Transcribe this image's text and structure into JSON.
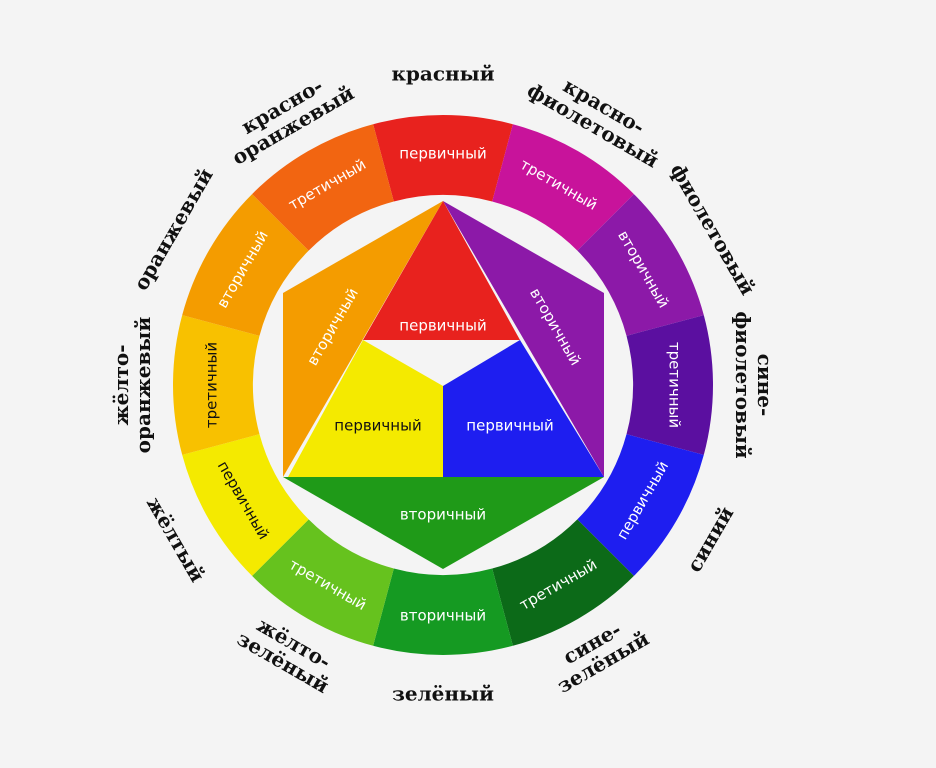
{
  "wheel": {
    "segments": [
      {
        "name": "красный",
        "type": "первичный",
        "color": "#e8221e"
      },
      {
        "name": "красно-фиолетовый",
        "type": "третичный",
        "color": "#c8139b"
      },
      {
        "name": "фиолетовый",
        "type": "вторичный",
        "color": "#8c19a8"
      },
      {
        "name": "сине-фиолетовый",
        "type": "третичный",
        "color": "#5b0fa0"
      },
      {
        "name": "синий",
        "type": "первичный",
        "color": "#1e1ef0"
      },
      {
        "name": "сине-зелёный",
        "type": "третичный",
        "color": "#0c6a18"
      },
      {
        "name": "зелёный",
        "type": "вторичный",
        "color": "#159a22"
      },
      {
        "name": "жёлто-зелёный",
        "type": "третичный",
        "color": "#66c21e"
      },
      {
        "name": "жёлтый",
        "type": "первичный",
        "color": "#f4ea00"
      },
      {
        "name": "жёлто-оранжевый",
        "type": "третичный",
        "color": "#f8c100"
      },
      {
        "name": "оранжевый",
        "type": "вторичный",
        "color": "#f49c00"
      },
      {
        "name": "красно-оранжевый",
        "type": "третичный",
        "color": "#f26511"
      }
    ]
  },
  "inner": {
    "primary_label": "первичный",
    "secondary_label": "вторичный",
    "colors": {
      "red": "#e8221e",
      "yellow": "#f4ea00",
      "blue": "#1e1ef0",
      "orange": "#f49c00",
      "violet": "#8c19a8",
      "green": "#1f9a18"
    }
  }
}
